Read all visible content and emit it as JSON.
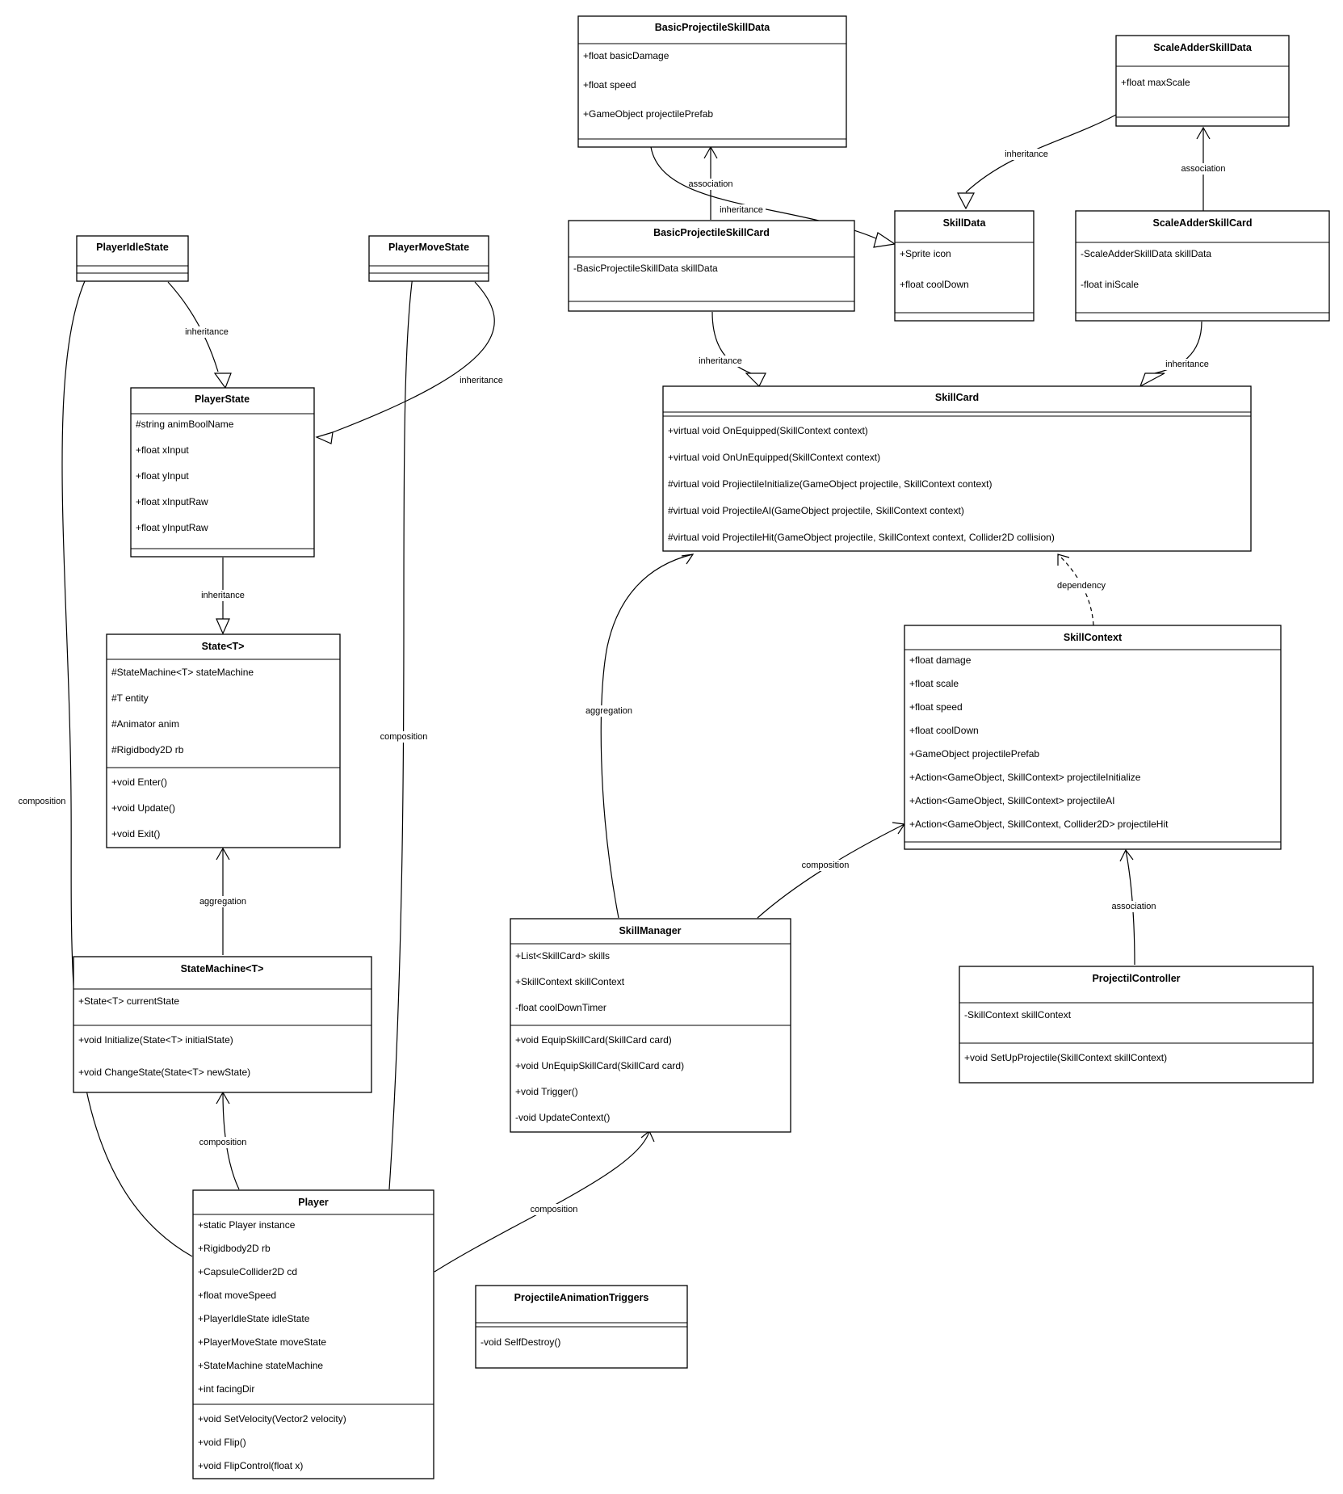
{
  "classes": {
    "basicProjectileSkillData": {
      "name": "BasicProjectileSkillData",
      "fields": [
        "+float basicDamage",
        "+float speed",
        "+GameObject projectilePrefab"
      ],
      "methods": []
    },
    "scaleAdderSkillData": {
      "name": "ScaleAdderSkillData",
      "fields": [
        "+float maxScale"
      ],
      "methods": []
    },
    "basicProjectileSkillCard": {
      "name": "BasicProjectileSkillCard",
      "fields": [
        "-BasicProjectileSkillData skillData"
      ],
      "methods": []
    },
    "skillData": {
      "name": "SkillData",
      "fields": [
        "+Sprite icon",
        "+float coolDown"
      ],
      "methods": []
    },
    "scaleAdderSkillCard": {
      "name": "ScaleAdderSkillCard",
      "fields": [
        "-ScaleAdderSkillData skillData",
        "-float iniScale"
      ],
      "methods": []
    },
    "playerIdleState": {
      "name": "PlayerIdleState",
      "fields": [],
      "methods": []
    },
    "playerMoveState": {
      "name": "PlayerMoveState",
      "fields": [],
      "methods": []
    },
    "playerState": {
      "name": "PlayerState",
      "fields": [
        "#string animBoolName",
        "+float xInput",
        "+float yInput",
        "+float xInputRaw",
        "+float yInputRaw"
      ],
      "methods": []
    },
    "skillCard": {
      "name": "SkillCard",
      "fields": [],
      "methods": [
        "+virtual void OnEquipped(SkillContext context)",
        "+virtual void OnUnEquipped(SkillContext context)",
        "#virtual void ProjiectileInitialize(GameObject projectile, SkillContext context)",
        "#virtual void ProjectileAI(GameObject projectile, SkillContext context)",
        "#virtual void ProjectileHit(GameObject projectile, SkillContext context, Collider2D collision)"
      ]
    },
    "state": {
      "name": "State<T>",
      "fields": [
        "#StateMachine<T> stateMachine",
        "#T entity",
        "#Animator anim",
        "#Rigidbody2D rb"
      ],
      "methods": [
        "+void Enter()",
        "+void Update()",
        "+void Exit()"
      ]
    },
    "skillContext": {
      "name": "SkillContext",
      "fields": [
        "+float damage",
        "+float scale",
        "+float speed",
        "+float coolDown",
        "+GameObject projectilePrefab",
        "+Action<GameObject, SkillContext> projectileInitialize",
        "+Action<GameObject, SkillContext> projectileAI",
        "+Action<GameObject, SkillContext, Collider2D> projectileHit"
      ],
      "methods": []
    },
    "skillManager": {
      "name": "SkillManager",
      "fields": [
        "+List<SkillCard> skills",
        "+SkillContext skillContext",
        "-float coolDownTimer"
      ],
      "methods": [
        "+void EquipSkillCard(SkillCard card)",
        "+void UnEquipSkillCard(SkillCard card)",
        "+void Trigger()",
        "-void UpdateContext()"
      ]
    },
    "stateMachine": {
      "name": "StateMachine<T>",
      "fields": [
        "+State<T> currentState"
      ],
      "methods": [
        "+void Initialize(State<T> initialState)",
        "+void ChangeState(State<T> newState)"
      ]
    },
    "projectilController": {
      "name": "ProjectilController",
      "fields": [
        "-SkillContext skillContext"
      ],
      "methods": [
        "+void SetUpProjectile(SkillContext skillContext)"
      ]
    },
    "player": {
      "name": "Player",
      "fields": [
        "+static Player instance",
        "+Rigidbody2D rb",
        "+CapsuleCollider2D cd",
        "+float moveSpeed",
        "+PlayerIdleState idleState",
        "+PlayerMoveState moveState",
        "+StateMachine stateMachine",
        "+int facingDir"
      ],
      "methods": [
        "+void SetVelocity(Vector2 velocity)",
        "+void Flip()",
        "+void FlipControl(float x)"
      ]
    },
    "projectileAnimationTriggers": {
      "name": "ProjectileAnimationTriggers",
      "fields": [],
      "methods": [
        "-void SelfDestroy()"
      ]
    }
  },
  "relations": {
    "idleToPlayerState": "inheritance",
    "moveToPlayerState": "inheritance",
    "playerStateToState": "inheritance",
    "stateMachineToState": "aggregation",
    "playerToStateMachine": "composition",
    "playerToIdle": "composition",
    "playerToMove": "composition",
    "playerToSkillManager": "composition",
    "skillManagerToSkillCard": "aggregation",
    "skillManagerToSkillContext": "composition",
    "skillContextToSkillCard": "dependency",
    "controllerToSkillContext": "association",
    "bpCardToBpData": "association",
    "bpDataToSkillData": "inheritance",
    "bpCardToSkillCard": "inheritance",
    "saDataToSkillData": "inheritance",
    "saCardToSaData": "association",
    "saCardToSkillCard": "inheritance"
  }
}
